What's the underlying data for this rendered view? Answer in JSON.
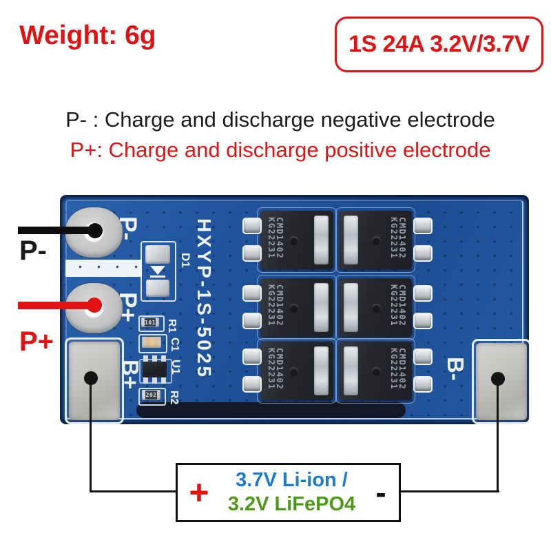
{
  "header": {
    "weight_label": "Weight: 6g",
    "spec_badge": "1S 24A 3.2V/3.7V"
  },
  "notes": {
    "negative_line": "P- : Charge and discharge negative electrode",
    "positive_line": "P+: Charge and discharge positive electrode"
  },
  "wires": {
    "negative_label": "P-",
    "positive_label": "P+"
  },
  "pcb": {
    "model": "HXYP-1S-5025",
    "pad_labels": {
      "p_minus": "P-",
      "p_plus": "P+",
      "b_plus": "B+",
      "b_minus": "B-"
    },
    "refs": {
      "d1": "D1",
      "r1": "R1",
      "c1": "C1",
      "u1": "U1",
      "r2": "R2"
    },
    "marks": {
      "r1": "101",
      "r2": "202"
    },
    "mosfet": {
      "line1": "CMD1402",
      "line2": "KG22231"
    }
  },
  "battery_box": {
    "plus": "+",
    "minus": "-",
    "chemistry_line1": "3.7V Li-ion /",
    "chemistry_line2": "3.2V LiFePO4"
  },
  "colors": {
    "accent-red": "#e31212",
    "text-black": "#1c1c1c",
    "liion-blue": "#1a7ad6",
    "lifepo-green": "#4e9a17",
    "silk-white": "#eef3f9"
  }
}
